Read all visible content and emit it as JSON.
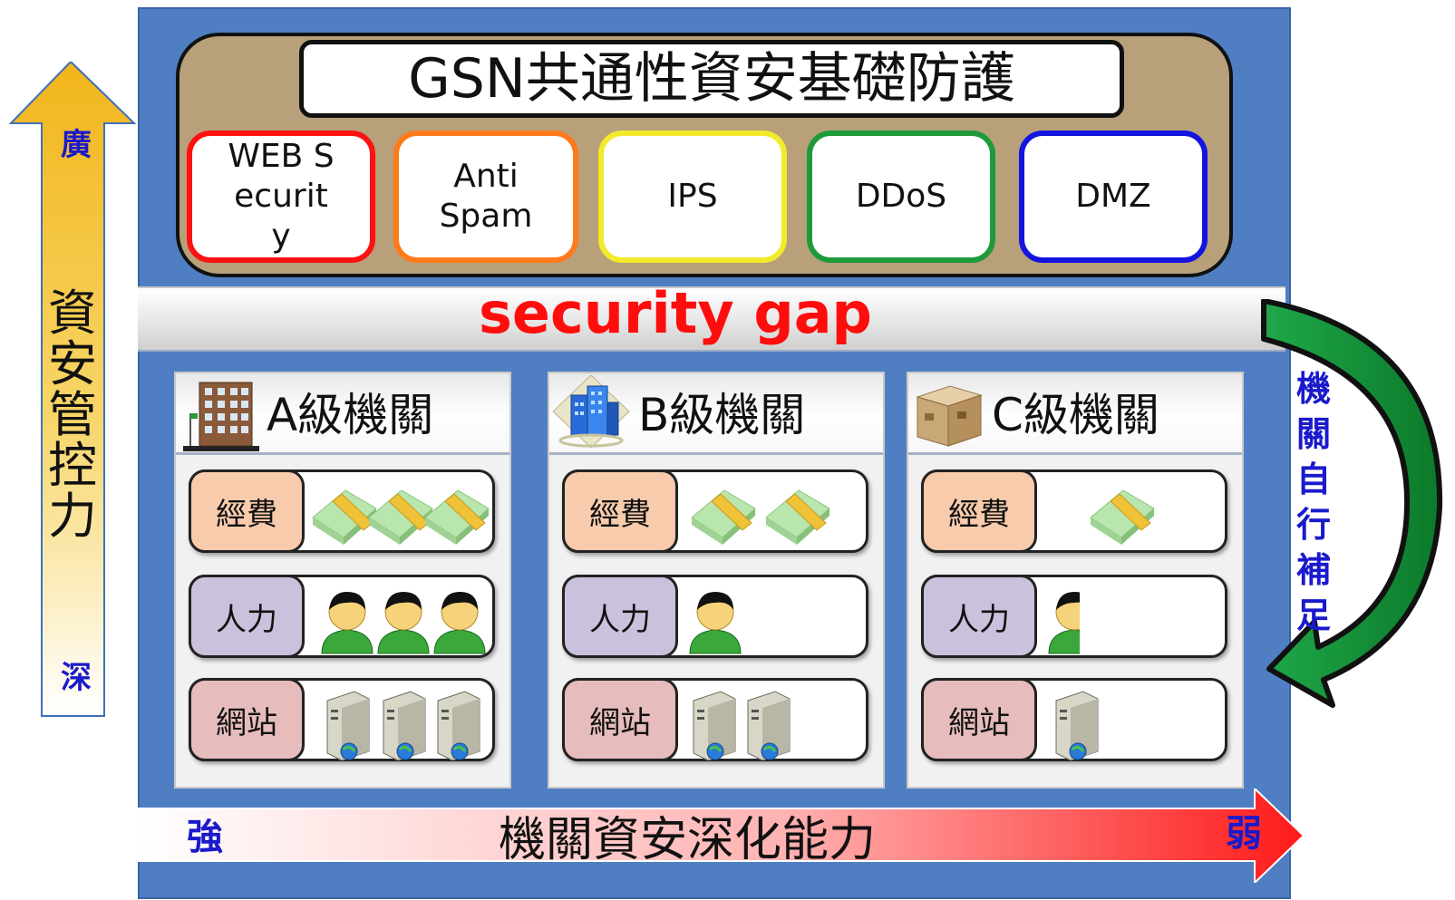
{
  "left_axis": {
    "top_label": "廣",
    "bottom_label": "深",
    "title_chars": [
      "資",
      "安",
      "管",
      "控",
      "力"
    ]
  },
  "gsn": {
    "title": "GSN共通性資安基礎防護",
    "items": [
      {
        "label": "WEB Securit y",
        "color": "#ff1111"
      },
      {
        "label": "Anti Spam",
        "color": "#ff7a1a"
      },
      {
        "label": "IPS",
        "color": "#f2ea2a"
      },
      {
        "label": "DDoS",
        "color": "#1f9a3a"
      },
      {
        "label": "DMZ",
        "color": "#1414e0"
      }
    ]
  },
  "gap": {
    "text": "security gap"
  },
  "agencies": [
    {
      "title": "A級機關",
      "budget_label": "經費",
      "staff_label": "人力",
      "site_label": "網站",
      "budget_level": 3,
      "staff_level": 3,
      "site_level": 3
    },
    {
      "title": "B級機關",
      "budget_label": "經費",
      "staff_label": "人力",
      "site_label": "網站",
      "budget_level": 2,
      "staff_level": 1,
      "site_level": 2
    },
    {
      "title": "C級機關",
      "budget_label": "經費",
      "staff_label": "人力",
      "site_label": "網站",
      "budget_level": 1,
      "staff_level": 0.5,
      "site_level": 1
    }
  ],
  "right_arrow": {
    "chars": [
      "機",
      "關",
      "自",
      "行",
      "補",
      "足"
    ]
  },
  "bottom_axis": {
    "strong": "強",
    "title": "機關資安深化能力",
    "weak": "弱"
  },
  "colors": {
    "panel_blue": "#4f7fc2",
    "gsn_brown": "#b8a07a",
    "gap_red": "#ff0d0d",
    "label_blue": "#1a1acc",
    "budget_peach": "#f7cbac",
    "staff_lavender": "#ccc1dc",
    "site_pink": "#e7bcbc"
  },
  "icons": [
    "building-icon",
    "skyscraper-icon",
    "box-building-icon",
    "money-stack-icon",
    "person-icon",
    "server-icon"
  ]
}
